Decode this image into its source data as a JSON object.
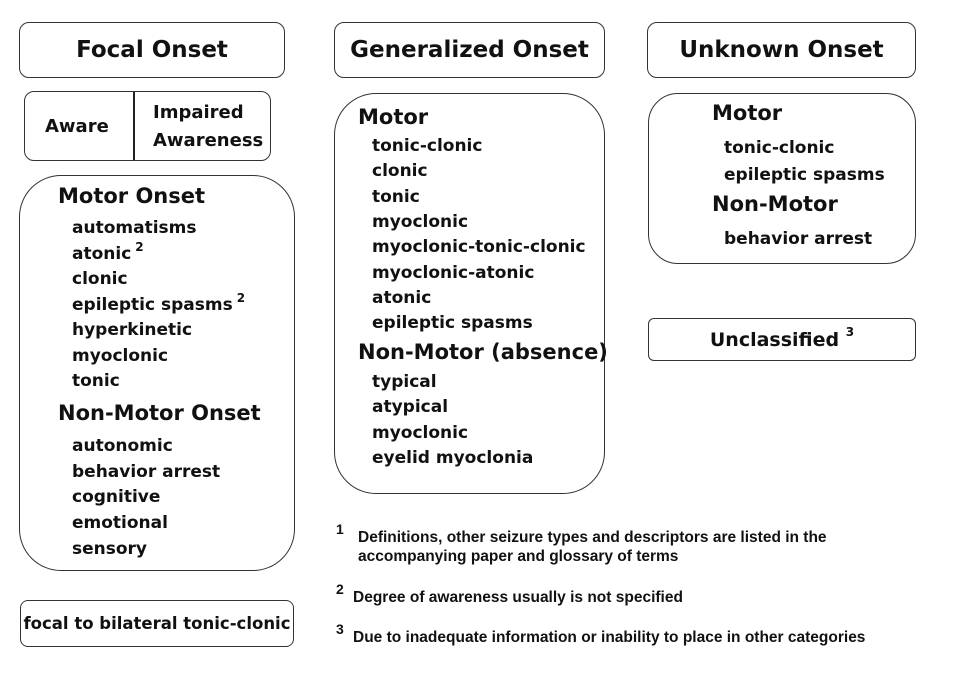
{
  "focal": {
    "title": "Focal Onset",
    "aware": "Aware",
    "impaired_line1": "Impaired",
    "impaired_line2": "Awareness",
    "motor_heading": "Motor Onset",
    "motor_items": [
      {
        "text": "automatisms",
        "sup": ""
      },
      {
        "text": "atonic",
        "sup": "2"
      },
      {
        "text": "clonic",
        "sup": ""
      },
      {
        "text": "epileptic spasms",
        "sup": "2"
      },
      {
        "text": "hyperkinetic",
        "sup": ""
      },
      {
        "text": "myoclonic",
        "sup": ""
      },
      {
        "text": "tonic",
        "sup": ""
      }
    ],
    "nonmotor_heading": "Non-Motor Onset",
    "nonmotor_items": [
      "autonomic",
      "behavior arrest",
      "cognitive",
      "emotional",
      "sensory"
    ],
    "bilateral": "focal to bilateral tonic-clonic"
  },
  "generalized": {
    "title": "Generalized Onset",
    "motor_heading": "Motor",
    "motor_items": [
      "tonic-clonic",
      "clonic",
      "tonic",
      "myoclonic",
      "myoclonic-tonic-clonic",
      "myoclonic-atonic",
      "atonic",
      "epileptic spasms"
    ],
    "nonmotor_heading": "Non-Motor (absence)",
    "nonmotor_items": [
      "typical",
      "atypical",
      "myoclonic",
      "eyelid myoclonia"
    ]
  },
  "unknown": {
    "title": "Unknown Onset",
    "motor_heading": "Motor",
    "motor_items": [
      "tonic-clonic",
      "epileptic spasms"
    ],
    "nonmotor_heading": "Non-Motor",
    "nonmotor_items": [
      "behavior arrest"
    ],
    "unclassified": "Unclassified",
    "unclassified_sup": "3"
  },
  "footnotes": [
    {
      "num": "1",
      "line1": "Definitions, other seizure types and descriptors are listed in the",
      "line2": "accompanying paper and glossary of terms"
    },
    {
      "num": "2",
      "line1": "Degree of awareness usually is not specified",
      "line2": ""
    },
    {
      "num": "3",
      "line1": "Due to inadequate information or inability to place in other categories",
      "line2": ""
    }
  ]
}
